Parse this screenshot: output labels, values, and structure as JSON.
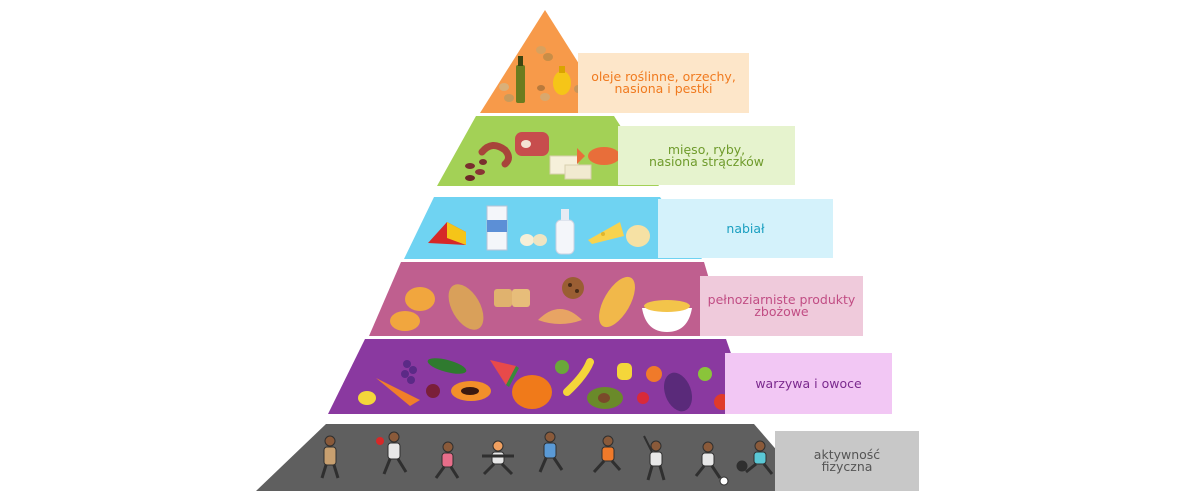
{
  "pyramid": {
    "levels": [
      {
        "label": "oleje roślinne, orzechy,\nnasiona i pestki",
        "color": "#f79a4a",
        "band_color": "#fde6c9",
        "text_color": "#f07a1f"
      },
      {
        "label": "mięso, ryby,\nnasiona strączków",
        "color": "#a3d156",
        "band_color": "#e6f3ce",
        "text_color": "#6f9b2c"
      },
      {
        "label": "nabiał",
        "color": "#6fd3f2",
        "band_color": "#d4f2fb",
        "text_color": "#1a9fc0"
      },
      {
        "label": "pełnoziarniste produkty\nzbożowe",
        "color": "#bf5f8f",
        "band_color": "#efcadb",
        "text_color": "#c14d84"
      },
      {
        "label": "warzywa i owoce",
        "color": "#8a39a0",
        "band_color": "#f2c7f4",
        "text_color": "#7b2a8e"
      },
      {
        "label": "aktywność\nfizyczna",
        "color": "#5f5f5f",
        "band_color": "#c8c8c8",
        "text_color": "#555555"
      }
    ]
  }
}
